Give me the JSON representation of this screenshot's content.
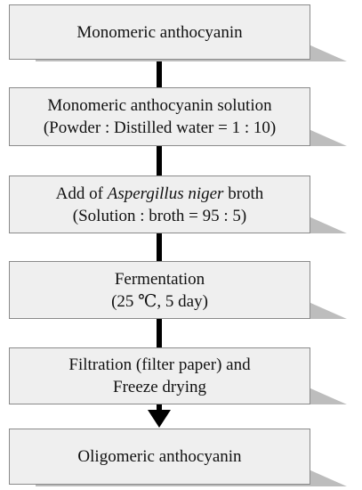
{
  "steps": [
    {
      "lines": [
        "Monomeric anthocyanin"
      ]
    },
    {
      "lines": [
        "Monomeric anthocyanin solution",
        "(Powder : Distilled water = 1 : 10)"
      ]
    },
    {
      "line1_prefix": "Add of ",
      "line1_italic": "Aspergillus niger",
      "line1_suffix": " broth",
      "lines": [
        "(Solution : broth = 95 : 5)"
      ]
    },
    {
      "lines": [
        "Fermentation",
        "(25 ℃, 5 day)"
      ]
    },
    {
      "lines": [
        "Filtration (filter paper) and",
        "Freeze drying"
      ]
    },
    {
      "lines": [
        "Oligomeric anthocyanin"
      ]
    }
  ],
  "colors": {
    "box_fill": "#efefef",
    "box_border": "#8a8a8a",
    "shadow": "#bdbdbd",
    "connector": "#000000"
  }
}
